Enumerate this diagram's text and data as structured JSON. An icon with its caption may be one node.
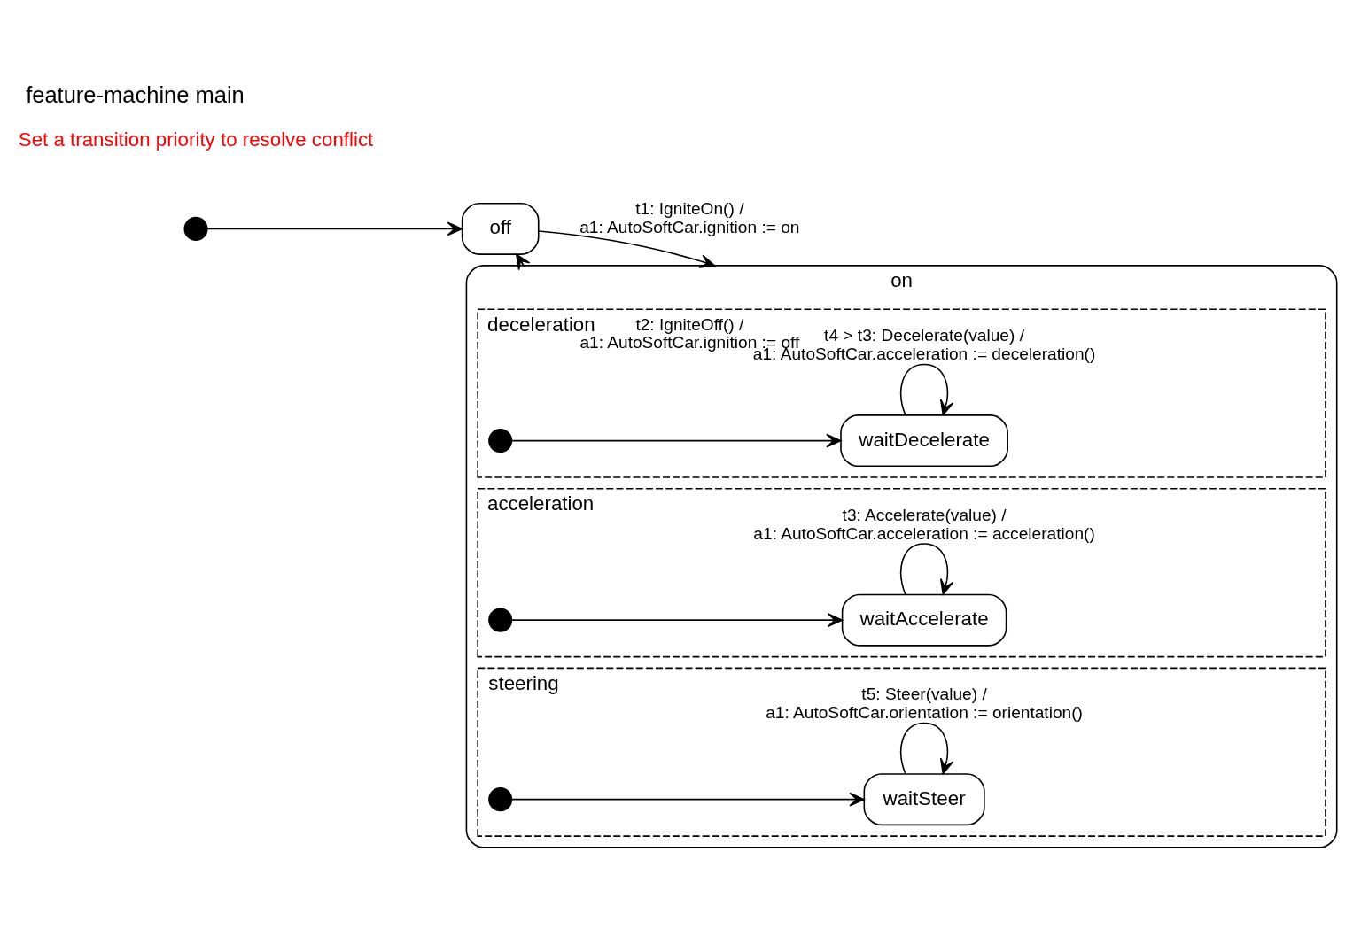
{
  "diagram": {
    "title": "feature-machine main",
    "nodes": [
      {
        "text": [],
        "shape": "circle"
      },
      {
        "text": [
          "off"
        ]
      },
      {
        "text": [
          "on"
        ]
      },
      {
        "text": [
          "acceleration"
        ],
        "in": 2
      },
      {
        "text": [],
        "shape": "circle",
        "in": 3
      },
      {
        "text": [
          "waitAccelerate"
        ],
        "in": 3
      },
      {
        "text": [
          "deceleration"
        ],
        "in": 2
      },
      {
        "text": [],
        "shape": "circle",
        "in": 6
      },
      {
        "text": [
          "waitDecelerate"
        ],
        "in": 6
      },
      {
        "text": [
          "steering"
        ],
        "in": 2
      },
      {
        "text": [],
        "shape": "circle",
        "in": 9
      },
      {
        "text": [
          "waitSteer"
        ],
        "in": 9
      }
    ],
    "edges": [
      {
        "from": 0,
        "to": 1,
        "arrow": "to"
      },
      {
        "from": 1,
        "to": 2,
        "arrow": "to",
        "label": "t1: IgniteOn() / a1: AutoSoftCar.ignition := on"
      },
      {
        "from": 2,
        "to": 1,
        "arrow": "to",
        "label": "t2: IgniteOff() / a1: AutoSoftCar.ignition := off"
      },
      {
        "from": 4,
        "to": 5,
        "arrow": "to"
      },
      {
        "from": 5,
        "to": 5,
        "arrow": "to",
        "label": "t3: Accelerate(value) / a1: AutoSoftCar.acceleration := acceleration()"
      },
      {
        "from": 7,
        "to": 8,
        "arrow": "to"
      },
      {
        "from": 8,
        "to": 8,
        "arrow": "to",
        "label": "t4 > t3: Decelerate(value) / a1: AutoSoftCar.acceleration := deceleration()"
      },
      {
        "from": 10,
        "to": 11,
        "arrow": "to"
      },
      {
        "from": 11,
        "to": 11,
        "arrow": "to",
        "label": "t5: Steer(value) / a1: AutoSoftCar.orientation := orientation()"
      }
    ],
    "labels": [
      "Set a transition priority to resolve conflict"
    ]
  }
}
